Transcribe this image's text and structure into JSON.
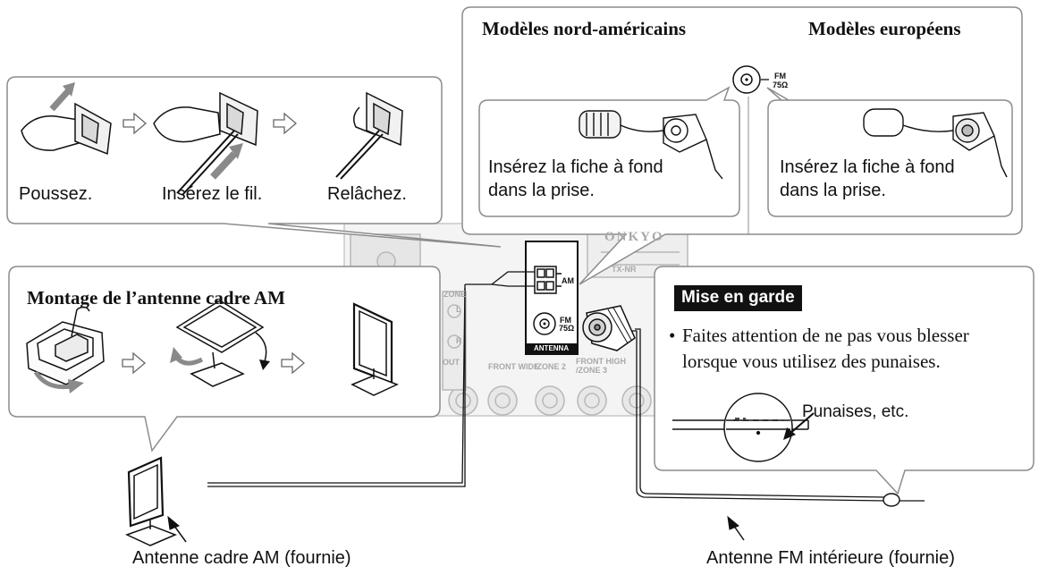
{
  "wiring": {
    "steps": {
      "push": "Poussez.",
      "insert": "Insérez le fil.",
      "release": "Relâchez."
    }
  },
  "fm_models": {
    "north_america_title": "Modèles nord-américains",
    "europe_title": "Modèles européens",
    "jack_label_fm": "FM",
    "jack_label_ohm": "75Ω",
    "instruction_na_line1": "Insérez la fiche à fond",
    "instruction_na_line2": "dans la prise.",
    "instruction_eu_line1": "Insérez la fiche à fond",
    "instruction_eu_line2": "dans la prise."
  },
  "am_assembly": {
    "title": "Montage de l’antenne cadre AM"
  },
  "receiver": {
    "brand": "ONKYO",
    "model": "TX-NR",
    "terminal_am": "AM",
    "terminal_fm": "FM",
    "terminal_ohm": "75Ω",
    "antenna_label": "ANTENNA",
    "front_wide": "FRONT WIDE",
    "zone2": "/ZONE 2",
    "front_high": "FRONT HIGH",
    "zone3": "/ZONE 3",
    "zone_label": "ZONE",
    "l": "L",
    "r": "R",
    "out": "OUT"
  },
  "caution": {
    "badge": "Mise en garde",
    "bullet": "•",
    "text_line1": "Faites attention de ne pas vous blesser",
    "text_line2": "lorsque vous utilisez des punaises.",
    "tack_label": "Punaises, etc."
  },
  "callouts": {
    "am_antenna": "Antenne cadre AM (fournie)",
    "fm_antenna": "Antenne FM intérieure (fournie)"
  },
  "colors": {
    "panel_stroke": "#8c8c8c",
    "arrow_gray": "#8a8a8a",
    "ink": "#111111",
    "receiver_gray": "#cfcfcf"
  }
}
